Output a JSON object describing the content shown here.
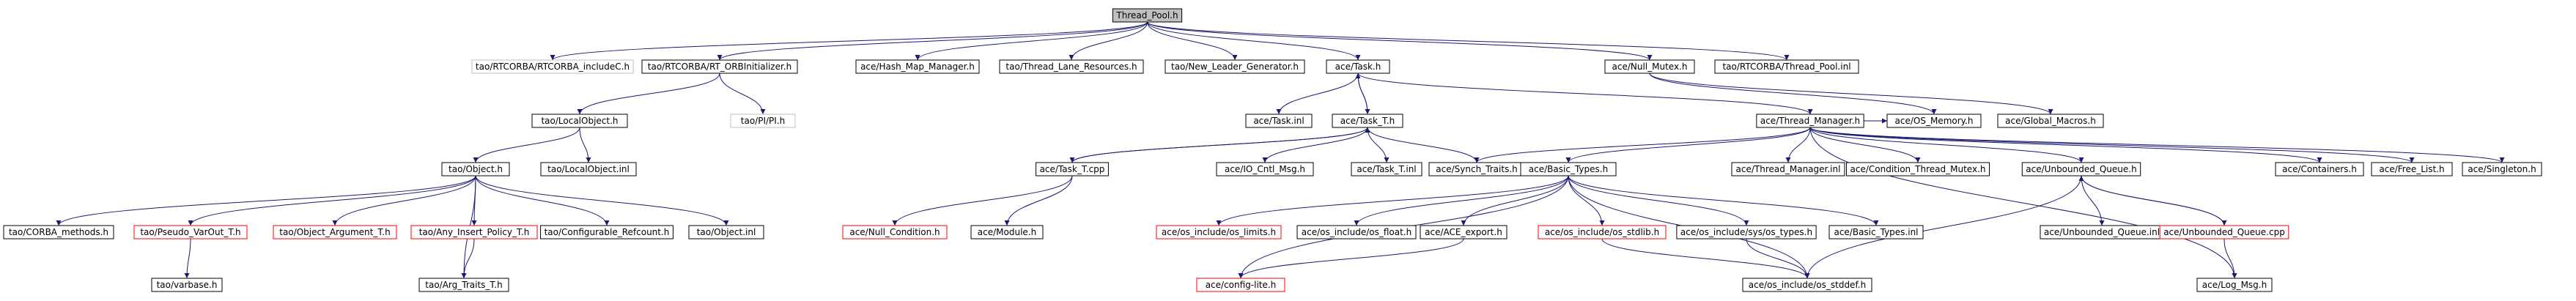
{
  "graph": {
    "colors": {
      "edge": "#191970",
      "node_border": "#000000",
      "root_fill": "#bfbfbf",
      "missing_border": "#ff0000",
      "external_border": "#bfbfbf"
    },
    "nodes": [
      {
        "id": "root",
        "label": "Thread_Pool.h",
        "kind": "root"
      },
      {
        "id": "rtc_includeC",
        "label": "tao/RTCORBA/RTCORBA_includeC.h",
        "kind": "external"
      },
      {
        "id": "rt_orbinit",
        "label": "tao/RTCORBA/RT_ORBInitializer.h",
        "kind": "normal"
      },
      {
        "id": "hash_map",
        "label": "ace/Hash_Map_Manager.h",
        "kind": "normal"
      },
      {
        "id": "thread_lane",
        "label": "tao/Thread_Lane_Resources.h",
        "kind": "normal"
      },
      {
        "id": "new_leader",
        "label": "tao/New_Leader_Generator.h",
        "kind": "normal"
      },
      {
        "id": "task_h",
        "label": "ace/Task.h",
        "kind": "normal"
      },
      {
        "id": "null_mutex",
        "label": "ace/Null_Mutex.h",
        "kind": "normal"
      },
      {
        "id": "tp_inl",
        "label": "tao/RTCORBA/Thread_Pool.inl",
        "kind": "normal"
      },
      {
        "id": "localobject_h",
        "label": "tao/LocalObject.h",
        "kind": "normal"
      },
      {
        "id": "pi_h",
        "label": "tao/PI/PI.h",
        "kind": "external"
      },
      {
        "id": "task_inl",
        "label": "ace/Task.inl",
        "kind": "normal"
      },
      {
        "id": "task_t_h",
        "label": "ace/Task_T.h",
        "kind": "normal"
      },
      {
        "id": "thread_manager_h",
        "label": "ace/Thread_Manager.h",
        "kind": "normal"
      },
      {
        "id": "os_memory",
        "label": "ace/OS_Memory.h",
        "kind": "normal"
      },
      {
        "id": "global_macros",
        "label": "ace/Global_Macros.h",
        "kind": "normal"
      },
      {
        "id": "object_h",
        "label": "tao/Object.h",
        "kind": "normal"
      },
      {
        "id": "localobject_inl",
        "label": "tao/LocalObject.inl",
        "kind": "normal"
      },
      {
        "id": "task_t_cpp",
        "label": "ace/Task_T.cpp",
        "kind": "normal"
      },
      {
        "id": "io_cntl",
        "label": "ace/IO_Cntl_Msg.h",
        "kind": "normal"
      },
      {
        "id": "task_t_inl",
        "label": "ace/Task_T.inl",
        "kind": "normal"
      },
      {
        "id": "synch_traits",
        "label": "ace/Synch_Traits.h",
        "kind": "normal"
      },
      {
        "id": "basic_types_h",
        "label": "ace/Basic_Types.h",
        "kind": "normal"
      },
      {
        "id": "thread_manager_inl",
        "label": "ace/Thread_Manager.inl",
        "kind": "normal"
      },
      {
        "id": "cond_thread_mutex",
        "label": "ace/Condition_Thread_Mutex.h",
        "kind": "normal"
      },
      {
        "id": "unbounded_queue_h",
        "label": "ace/Unbounded_Queue.h",
        "kind": "normal"
      },
      {
        "id": "containers",
        "label": "ace/Containers.h",
        "kind": "normal"
      },
      {
        "id": "free_list",
        "label": "ace/Free_List.h",
        "kind": "normal"
      },
      {
        "id": "singleton",
        "label": "ace/Singleton.h",
        "kind": "normal"
      },
      {
        "id": "corba_methods",
        "label": "tao/CORBA_methods.h",
        "kind": "normal"
      },
      {
        "id": "pseudo_varout",
        "label": "tao/Pseudo_VarOut_T.h",
        "kind": "missing"
      },
      {
        "id": "object_arg",
        "label": "tao/Object_Argument_T.h",
        "kind": "missing"
      },
      {
        "id": "any_insert",
        "label": "tao/Any_Insert_Policy_T.h",
        "kind": "missing"
      },
      {
        "id": "configurable_ref",
        "label": "tao/Configurable_Refcount.h",
        "kind": "normal"
      },
      {
        "id": "object_inl",
        "label": "tao/Object.inl",
        "kind": "normal"
      },
      {
        "id": "null_condition",
        "label": "ace/Null_Condition.h",
        "kind": "missing"
      },
      {
        "id": "module_h",
        "label": "ace/Module.h",
        "kind": "normal"
      },
      {
        "id": "os_limits",
        "label": "ace/os_include/os_limits.h",
        "kind": "missing"
      },
      {
        "id": "os_float",
        "label": "ace/os_include/os_float.h",
        "kind": "normal"
      },
      {
        "id": "ace_export",
        "label": "ace/ACE_export.h",
        "kind": "normal"
      },
      {
        "id": "os_stdlib",
        "label": "ace/os_include/os_stdlib.h",
        "kind": "missing"
      },
      {
        "id": "os_sys_types",
        "label": "ace/os_include/sys/os_types.h",
        "kind": "normal"
      },
      {
        "id": "basic_types_inl",
        "label": "ace/Basic_Types.inl",
        "kind": "normal"
      },
      {
        "id": "unbounded_queue_inl",
        "label": "ace/Unbounded_Queue.inl",
        "kind": "normal"
      },
      {
        "id": "unbounded_queue_cpp",
        "label": "ace/Unbounded_Queue.cpp",
        "kind": "missing"
      },
      {
        "id": "varbase",
        "label": "tao/varbase.h",
        "kind": "normal"
      },
      {
        "id": "arg_traits",
        "label": "tao/Arg_Traits_T.h",
        "kind": "normal"
      },
      {
        "id": "config_lite",
        "label": "ace/config-lite.h",
        "kind": "missing"
      },
      {
        "id": "os_stddef",
        "label": "ace/os_include/os_stddef.h",
        "kind": "normal"
      },
      {
        "id": "log_msg",
        "label": "ace/Log_Msg.h",
        "kind": "normal"
      }
    ],
    "edges": [
      [
        "root",
        "rtc_includeC"
      ],
      [
        "root",
        "rt_orbinit"
      ],
      [
        "root",
        "hash_map"
      ],
      [
        "root",
        "thread_lane"
      ],
      [
        "root",
        "new_leader"
      ],
      [
        "root",
        "task_h"
      ],
      [
        "root",
        "null_mutex"
      ],
      [
        "root",
        "tp_inl"
      ],
      [
        "rt_orbinit",
        "localobject_h"
      ],
      [
        "rt_orbinit",
        "pi_h"
      ],
      [
        "task_h",
        "task_inl"
      ],
      [
        "task_h",
        "task_t_h"
      ],
      [
        "task_h",
        "thread_manager_h"
      ],
      [
        "null_mutex",
        "os_memory"
      ],
      [
        "null_mutex",
        "global_macros"
      ],
      [
        "localobject_h",
        "object_h"
      ],
      [
        "localobject_h",
        "localobject_inl"
      ],
      [
        "task_t_h",
        "task_h"
      ],
      [
        "task_t_h",
        "task_t_cpp"
      ],
      [
        "task_t_h",
        "io_cntl"
      ],
      [
        "task_t_h",
        "task_t_inl"
      ],
      [
        "task_t_h",
        "synch_traits"
      ],
      [
        "thread_manager_h",
        "os_memory"
      ],
      [
        "thread_manager_h",
        "synch_traits"
      ],
      [
        "thread_manager_h",
        "basic_types_h"
      ],
      [
        "thread_manager_h",
        "thread_manager_inl"
      ],
      [
        "thread_manager_h",
        "cond_thread_mutex"
      ],
      [
        "thread_manager_h",
        "unbounded_queue_h"
      ],
      [
        "thread_manager_h",
        "containers"
      ],
      [
        "thread_manager_h",
        "free_list"
      ],
      [
        "thread_manager_h",
        "singleton"
      ],
      [
        "thread_manager_h",
        "log_msg"
      ],
      [
        "object_h",
        "corba_methods"
      ],
      [
        "object_h",
        "pseudo_varout"
      ],
      [
        "object_h",
        "object_arg"
      ],
      [
        "object_h",
        "any_insert"
      ],
      [
        "object_h",
        "configurable_ref"
      ],
      [
        "object_h",
        "object_inl"
      ],
      [
        "object_h",
        "arg_traits"
      ],
      [
        "task_t_cpp",
        "task_t_h"
      ],
      [
        "task_t_cpp",
        "null_condition"
      ],
      [
        "task_t_cpp",
        "module_h"
      ],
      [
        "basic_types_h",
        "os_limits"
      ],
      [
        "basic_types_h",
        "os_float"
      ],
      [
        "basic_types_h",
        "ace_export"
      ],
      [
        "basic_types_h",
        "os_stdlib"
      ],
      [
        "basic_types_h",
        "os_sys_types"
      ],
      [
        "basic_types_h",
        "basic_types_inl"
      ],
      [
        "basic_types_h",
        "config_lite"
      ],
      [
        "basic_types_h",
        "os_stddef"
      ],
      [
        "unbounded_queue_h",
        "unbounded_queue_inl"
      ],
      [
        "unbounded_queue_h",
        "unbounded_queue_cpp"
      ],
      [
        "unbounded_queue_h",
        "os_stddef"
      ],
      [
        "unbounded_queue_cpp",
        "unbounded_queue_h"
      ],
      [
        "unbounded_queue_cpp",
        "log_msg"
      ],
      [
        "pseudo_varout",
        "varbase"
      ],
      [
        "any_insert",
        "arg_traits"
      ],
      [
        "ace_export",
        "config_lite"
      ],
      [
        "os_stdlib",
        "os_stddef"
      ],
      [
        "os_sys_types",
        "os_stddef"
      ]
    ]
  }
}
